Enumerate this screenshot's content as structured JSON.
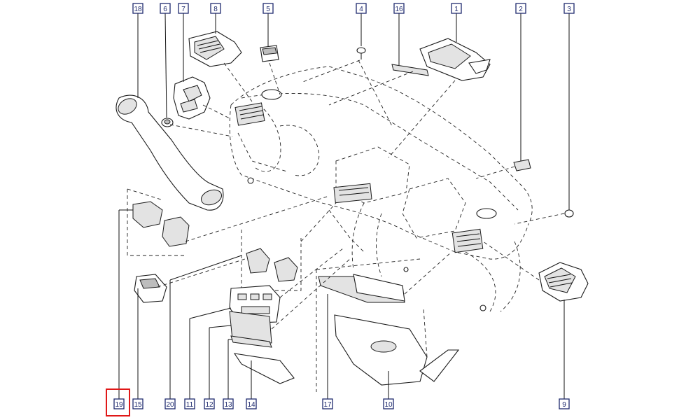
{
  "callouts": [
    {
      "id": "c18",
      "label": "18"
    },
    {
      "id": "c6",
      "label": "6"
    },
    {
      "id": "c7",
      "label": "7"
    },
    {
      "id": "c8",
      "label": "8"
    },
    {
      "id": "c5",
      "label": "5"
    },
    {
      "id": "c4",
      "label": "4"
    },
    {
      "id": "c16",
      "label": "16"
    },
    {
      "id": "c1",
      "label": "1"
    },
    {
      "id": "c2",
      "label": "2"
    },
    {
      "id": "c3",
      "label": "3"
    },
    {
      "id": "c19",
      "label": "19"
    },
    {
      "id": "c15",
      "label": "15"
    },
    {
      "id": "c20",
      "label": "20"
    },
    {
      "id": "c11",
      "label": "11"
    },
    {
      "id": "c12",
      "label": "12"
    },
    {
      "id": "c13",
      "label": "13"
    },
    {
      "id": "c14",
      "label": "14"
    },
    {
      "id": "c17",
      "label": "17"
    },
    {
      "id": "c10",
      "label": "10"
    },
    {
      "id": "c9",
      "label": "9"
    }
  ],
  "highlighted_callout": "19",
  "colors": {
    "callout_border": "#1e2a6e",
    "highlight": "#e01818",
    "line": "#111111"
  }
}
